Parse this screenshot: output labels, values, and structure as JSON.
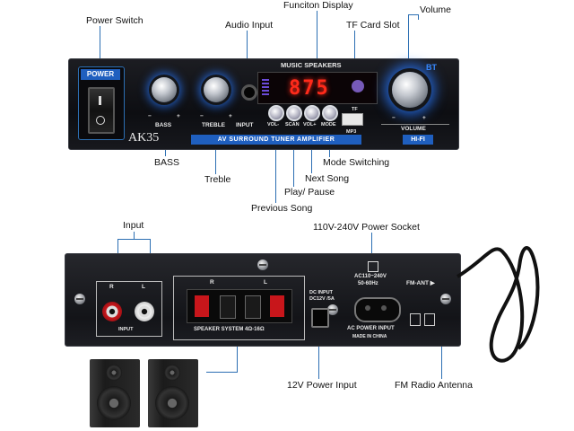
{
  "front_panel": {
    "power_label": "POWER",
    "music_speakers_label": "MUSIC SPEAKERS",
    "display_value": "875",
    "bt_label": "BT",
    "bass_label": "BASS",
    "treble_label": "TREBLE",
    "input_label": "INPUT",
    "volume_label": "VOLUME",
    "hifi_label": "HI-FI",
    "model": "AK35",
    "tuner_label": "AV SURROUND TUNER AMPLIFIER",
    "tf_label": "TF",
    "mp3_label": "MP3",
    "buttons": [
      "VOL-",
      "SCAN",
      "VOL+",
      "MODE"
    ],
    "minus": "−",
    "plus": "+"
  },
  "back_panel": {
    "input_label": "INPUT",
    "channel_r": "R",
    "channel_l": "L",
    "speaker_label": "SPEAKER SYSTEM 4Ω-16Ω",
    "dc_input": "DC INPUT",
    "dc_spec": "DC12V /5A",
    "ac_spec": "AC110~240V",
    "ac_freq": "50-60Hz",
    "ac_power_input": "AC POWER INPUT",
    "made_in": "MADE IN CHINA",
    "fm_ant": "FM-ANT ▶"
  },
  "callouts": {
    "power_switch": "Power Switch",
    "audio_input": "Audio Input",
    "function_display": "Funciton Display",
    "tf_card_slot": "TF Card Slot",
    "volume": "Volume",
    "bass": "BASS",
    "treble": "Treble",
    "previous_song": "Previous Song",
    "play_pause": "Play/ Pause",
    "next_song": "Next Song",
    "mode_switching": "Mode Switching",
    "input": "Input",
    "power_socket": "110V-240V Power Socket",
    "power_input_12v": "12V Power Input",
    "fm_antenna": "FM Radio Antenna"
  },
  "colors": {
    "accent_blue": "#2c6fb3",
    "display_red": "#ff2a1a",
    "panel_black": "#111216"
  }
}
